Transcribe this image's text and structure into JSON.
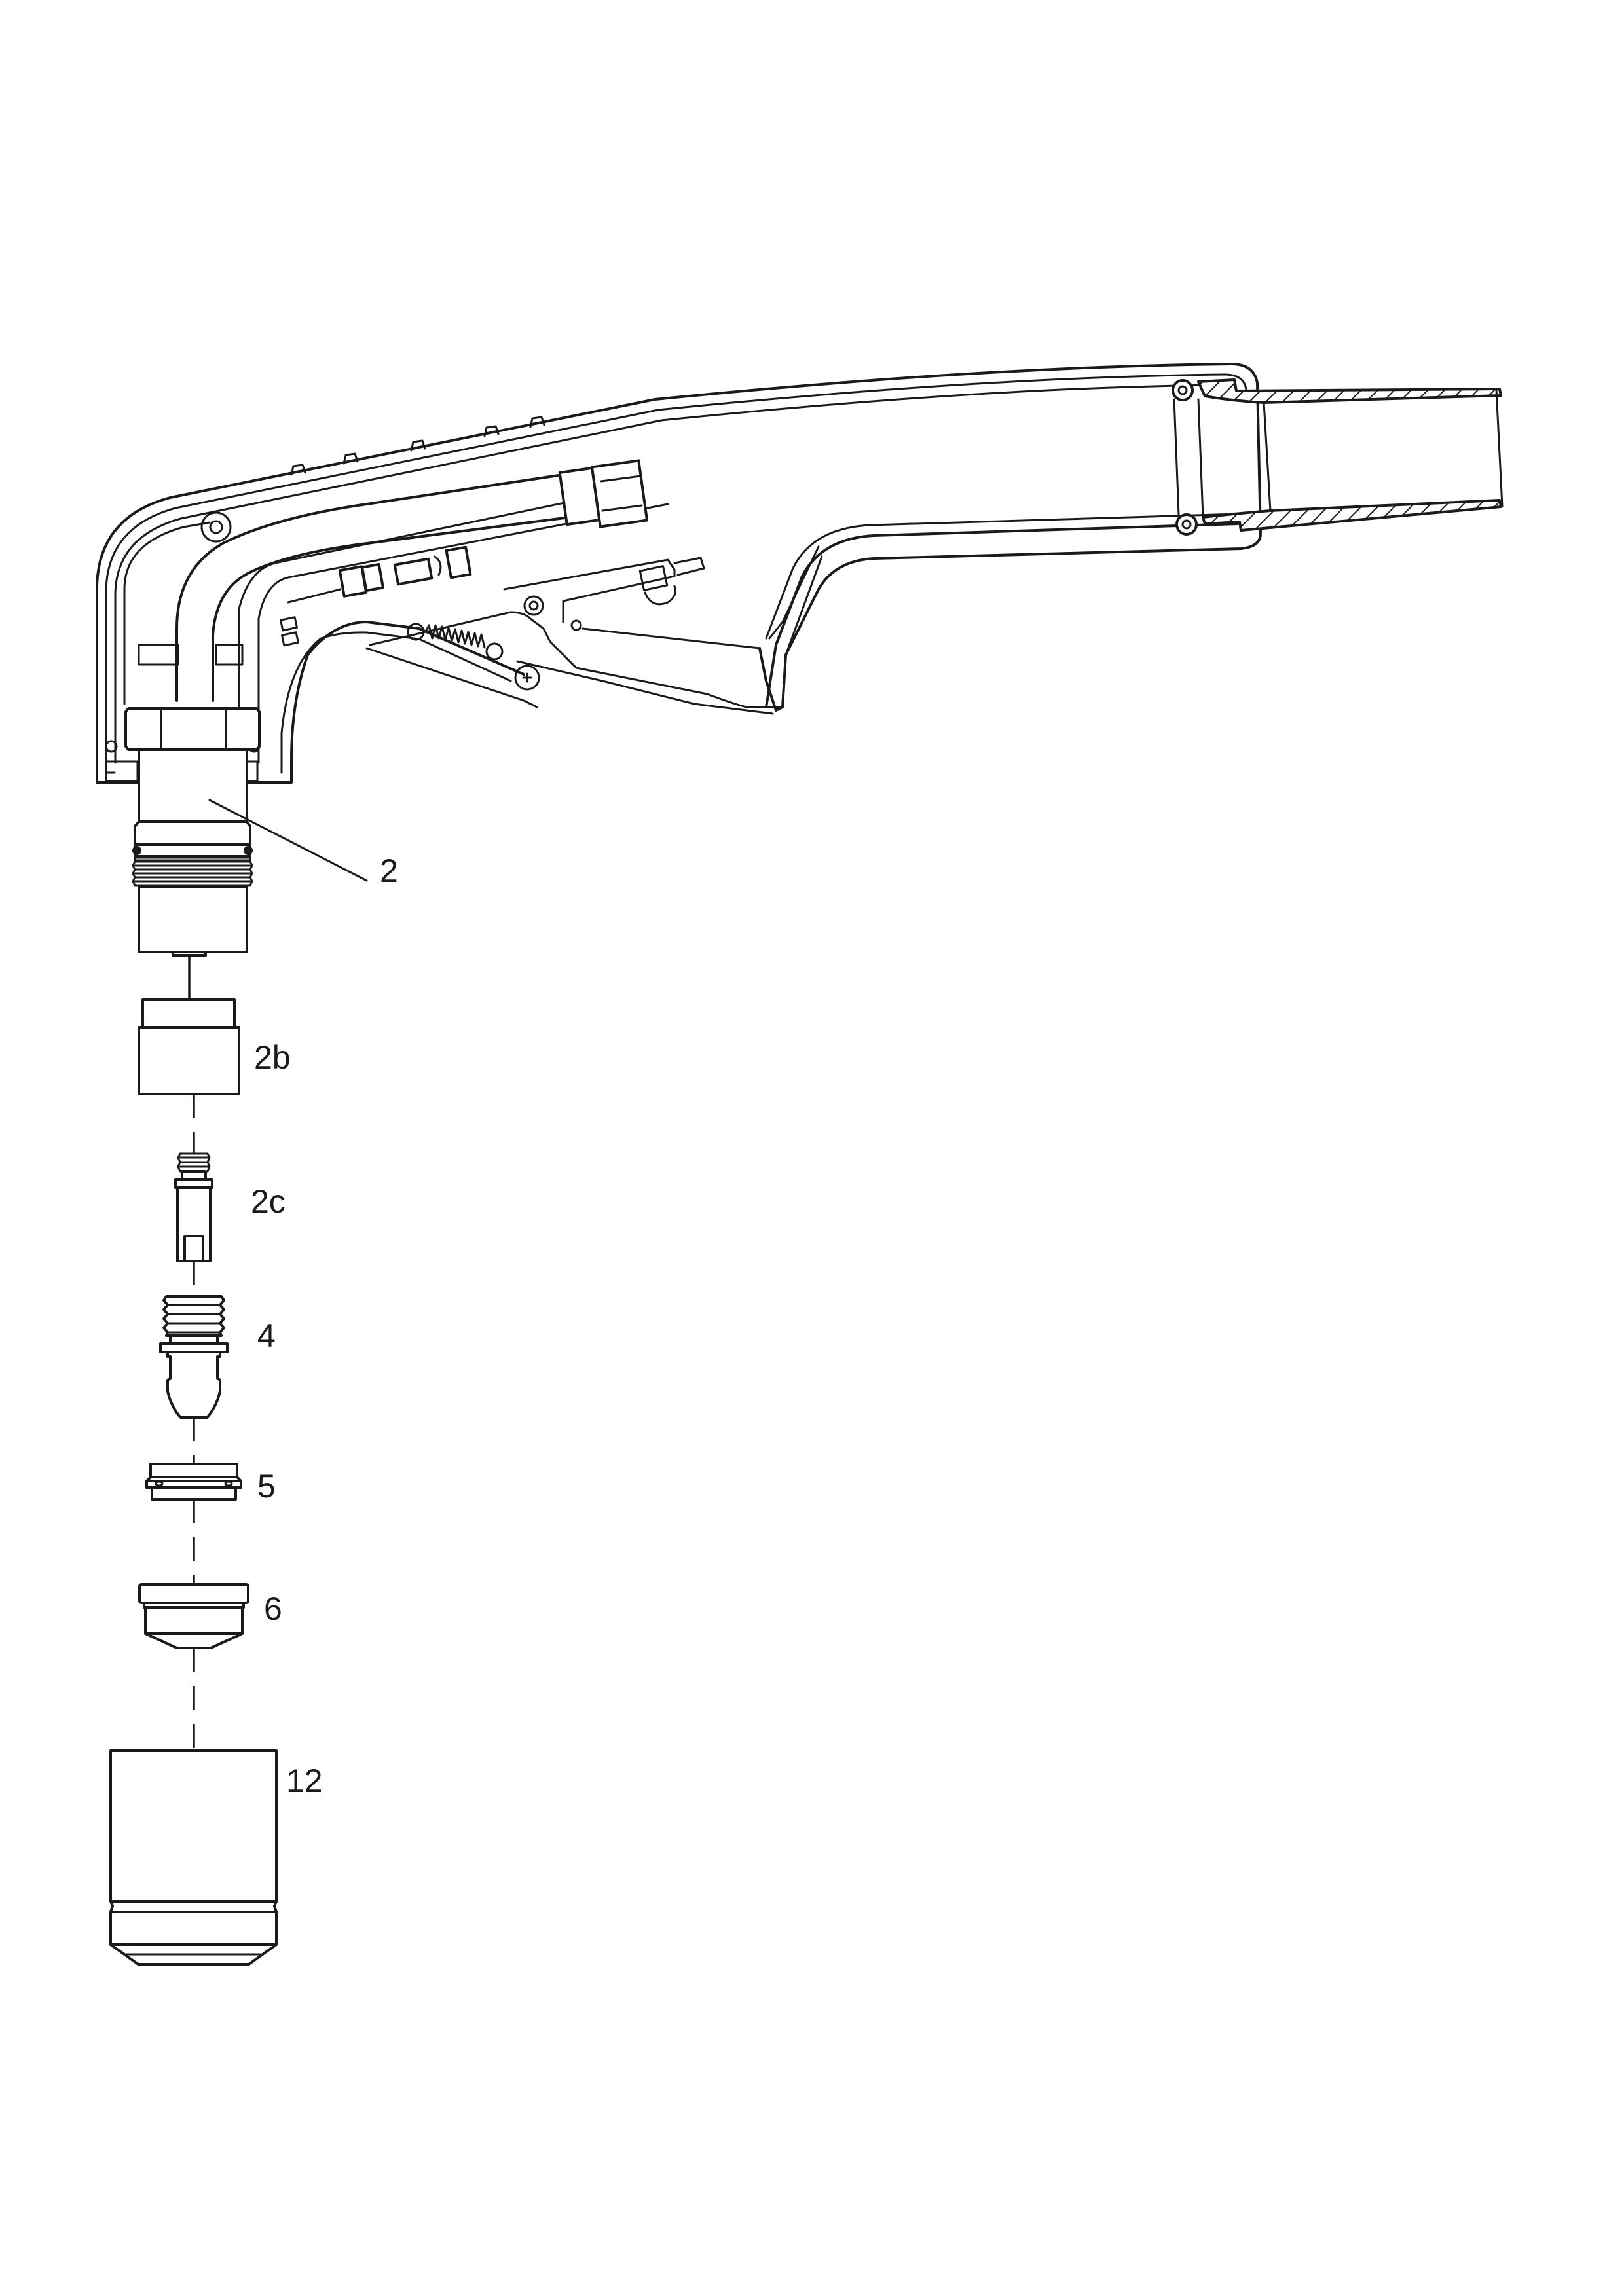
{
  "diagram": {
    "type": "exploded-parts-view",
    "subject": "plasma cutting torch (handheld) with consumables stack",
    "colors": {
      "line": "#1a1a1a",
      "background": "#ffffff"
    },
    "callouts": [
      {
        "id": "2",
        "label": "2",
        "part": "torch head body"
      },
      {
        "id": "2b",
        "label": "2b",
        "part": "sleeve"
      },
      {
        "id": "2c",
        "label": "2c",
        "part": "threaded insert"
      },
      {
        "id": "4",
        "label": "4",
        "part": "electrode"
      },
      {
        "id": "5",
        "label": "5",
        "part": "swirl ring / gas diffuser"
      },
      {
        "id": "6",
        "label": "6",
        "part": "nozzle / tip"
      },
      {
        "id": "12",
        "label": "12",
        "part": "shield cup"
      }
    ]
  }
}
